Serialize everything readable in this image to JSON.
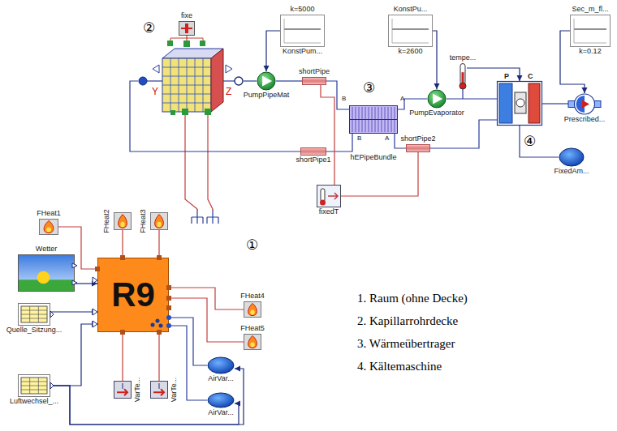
{
  "diagram": {
    "nodes": [
      {
        "text": [
          "k=5000",
          "KonstPum..."
        ]
      },
      {
        "text": [
          "KonstPu...",
          "k=2600"
        ]
      },
      {
        "text": [
          "Sec_m_fl...",
          "k=0.12"
        ]
      },
      {
        "text": [
          "fixe"
        ]
      },
      {
        "text": [
          "Y",
          "Z"
        ]
      },
      {
        "text": [
          "PumpPipeMat"
        ]
      },
      {
        "text": [
          "shortPipe"
        ]
      },
      {
        "text": [
          "hEPipeBundle"
        ]
      },
      {
        "text": [
          "PumpEvaporator"
        ]
      },
      {
        "text": [
          "tempe..."
        ]
      },
      {
        "text": [
          "P",
          "C"
        ]
      },
      {
        "text": [
          "Prescribed..."
        ]
      },
      {
        "text": [
          "FixedAm..."
        ]
      },
      {
        "text": [
          "shortPipe1"
        ]
      },
      {
        "text": [
          "shortPipe2"
        ]
      },
      {
        "text": [
          "fixedT"
        ]
      },
      {
        "text": [
          "FHeat1"
        ]
      },
      {
        "text": [
          "Wetter"
        ]
      },
      {
        "text": [
          "FHeat2"
        ]
      },
      {
        "text": [
          "FHeat3"
        ]
      },
      {
        "text": [
          "R9"
        ]
      },
      {
        "text": [
          "FHeat4"
        ]
      },
      {
        "text": [
          "FHeat5"
        ]
      },
      {
        "text": [
          "Quelle_Sitzung..."
        ]
      },
      {
        "text": [
          "Luftwechsel_..."
        ]
      },
      {
        "text": [
          "VarTe..."
        ]
      },
      {
        "text": [
          "VarTe..."
        ]
      },
      {
        "text": [
          "AirVar..."
        ]
      },
      {
        "text": [
          "AirVar..."
        ]
      }
    ],
    "edges": [
      {
        "from": 0,
        "to": 5,
        "arrow": "to"
      },
      {
        "from": 1,
        "to": 8,
        "arrow": "to"
      },
      {
        "from": 2,
        "to": 11,
        "arrow": "to"
      },
      {
        "from": 9,
        "to": 10,
        "arrow": "to"
      },
      {
        "from": 3,
        "to": 4,
        "arrow": "none"
      },
      {
        "from": 4,
        "to": 5,
        "arrow": "none"
      },
      {
        "from": 5,
        "to": 6,
        "arrow": "none"
      },
      {
        "from": 6,
        "to": 7,
        "arrow": "none"
      },
      {
        "from": 7,
        "to": 8,
        "arrow": "none"
      },
      {
        "from": 8,
        "to": 10,
        "arrow": "none"
      },
      {
        "from": 10,
        "to": 11,
        "arrow": "none"
      },
      {
        "from": 10,
        "to": 12,
        "arrow": "none"
      },
      {
        "from": 10,
        "to": 14,
        "arrow": "none"
      },
      {
        "from": 14,
        "to": 7,
        "arrow": "none"
      },
      {
        "from": 7,
        "to": 13,
        "arrow": "none"
      },
      {
        "from": 13,
        "to": 4,
        "arrow": "none"
      },
      {
        "from": 15,
        "to": 6,
        "arrow": "none"
      },
      {
        "from": 15,
        "to": 14,
        "arrow": "none"
      },
      {
        "from": 16,
        "to": 20,
        "arrow": "none"
      },
      {
        "from": 17,
        "to": 20,
        "arrow": "to"
      },
      {
        "from": 18,
        "to": 20,
        "arrow": "none"
      },
      {
        "from": 19,
        "to": 20,
        "arrow": "none"
      },
      {
        "from": 21,
        "to": 20,
        "arrow": "none"
      },
      {
        "from": 22,
        "to": 20,
        "arrow": "none"
      },
      {
        "from": 23,
        "to": 20,
        "arrow": "to"
      },
      {
        "from": 24,
        "to": 20,
        "arrow": "to"
      },
      {
        "from": 20,
        "to": 25,
        "arrow": "none"
      },
      {
        "from": 20,
        "to": 26,
        "arrow": "none"
      },
      {
        "from": 20,
        "to": 27,
        "arrow": "none"
      },
      {
        "from": 20,
        "to": 28,
        "arrow": "none"
      },
      {
        "from": 24,
        "to": 27,
        "arrow": "to"
      },
      {
        "from": 24,
        "to": 28,
        "arrow": "to"
      }
    ],
    "labels": [
      "②",
      "③",
      "④",
      "①",
      "B",
      "A",
      "B",
      "A",
      "1. Raum (ohne Decke)",
      "2. Kapillarrohrdecke",
      "3. Wärmeübertrager",
      "4. Kältemaschine"
    ]
  }
}
